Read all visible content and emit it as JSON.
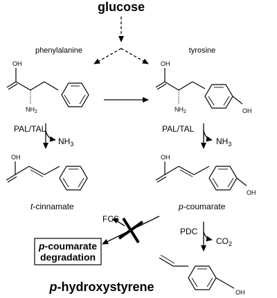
{
  "top": {
    "label": "glucose"
  },
  "compounds": {
    "phenylalanine": "phenylalanine",
    "tyrosine": "tyrosine",
    "cinnamate_prefix": "t",
    "cinnamate_suffix": "-cinnamate",
    "coumarate_prefix": "p",
    "coumarate_suffix": "-coumarate",
    "hydroxystyrene_prefix": "p",
    "hydroxystyrene_suffix": "-hydroxystyrene"
  },
  "enzymes": {
    "pal_tal_left": "PAL/TAL",
    "pal_tal_right": "PAL/TAL",
    "fcs": "FCS",
    "pdc": "PDC"
  },
  "byproducts": {
    "nh3_left": "NH",
    "nh3_left_sub": "3",
    "nh3_right": "NH",
    "nh3_right_sub": "3",
    "co2": "CO",
    "co2_sub": "2"
  },
  "atoms": {
    "oh": "OH",
    "nh2": "NH",
    "nh2_sub": "2"
  },
  "degradation_box": {
    "prefix": "p",
    "line1_rest": "-coumarate",
    "line2": "degradation"
  },
  "blocked_pathway": true
}
